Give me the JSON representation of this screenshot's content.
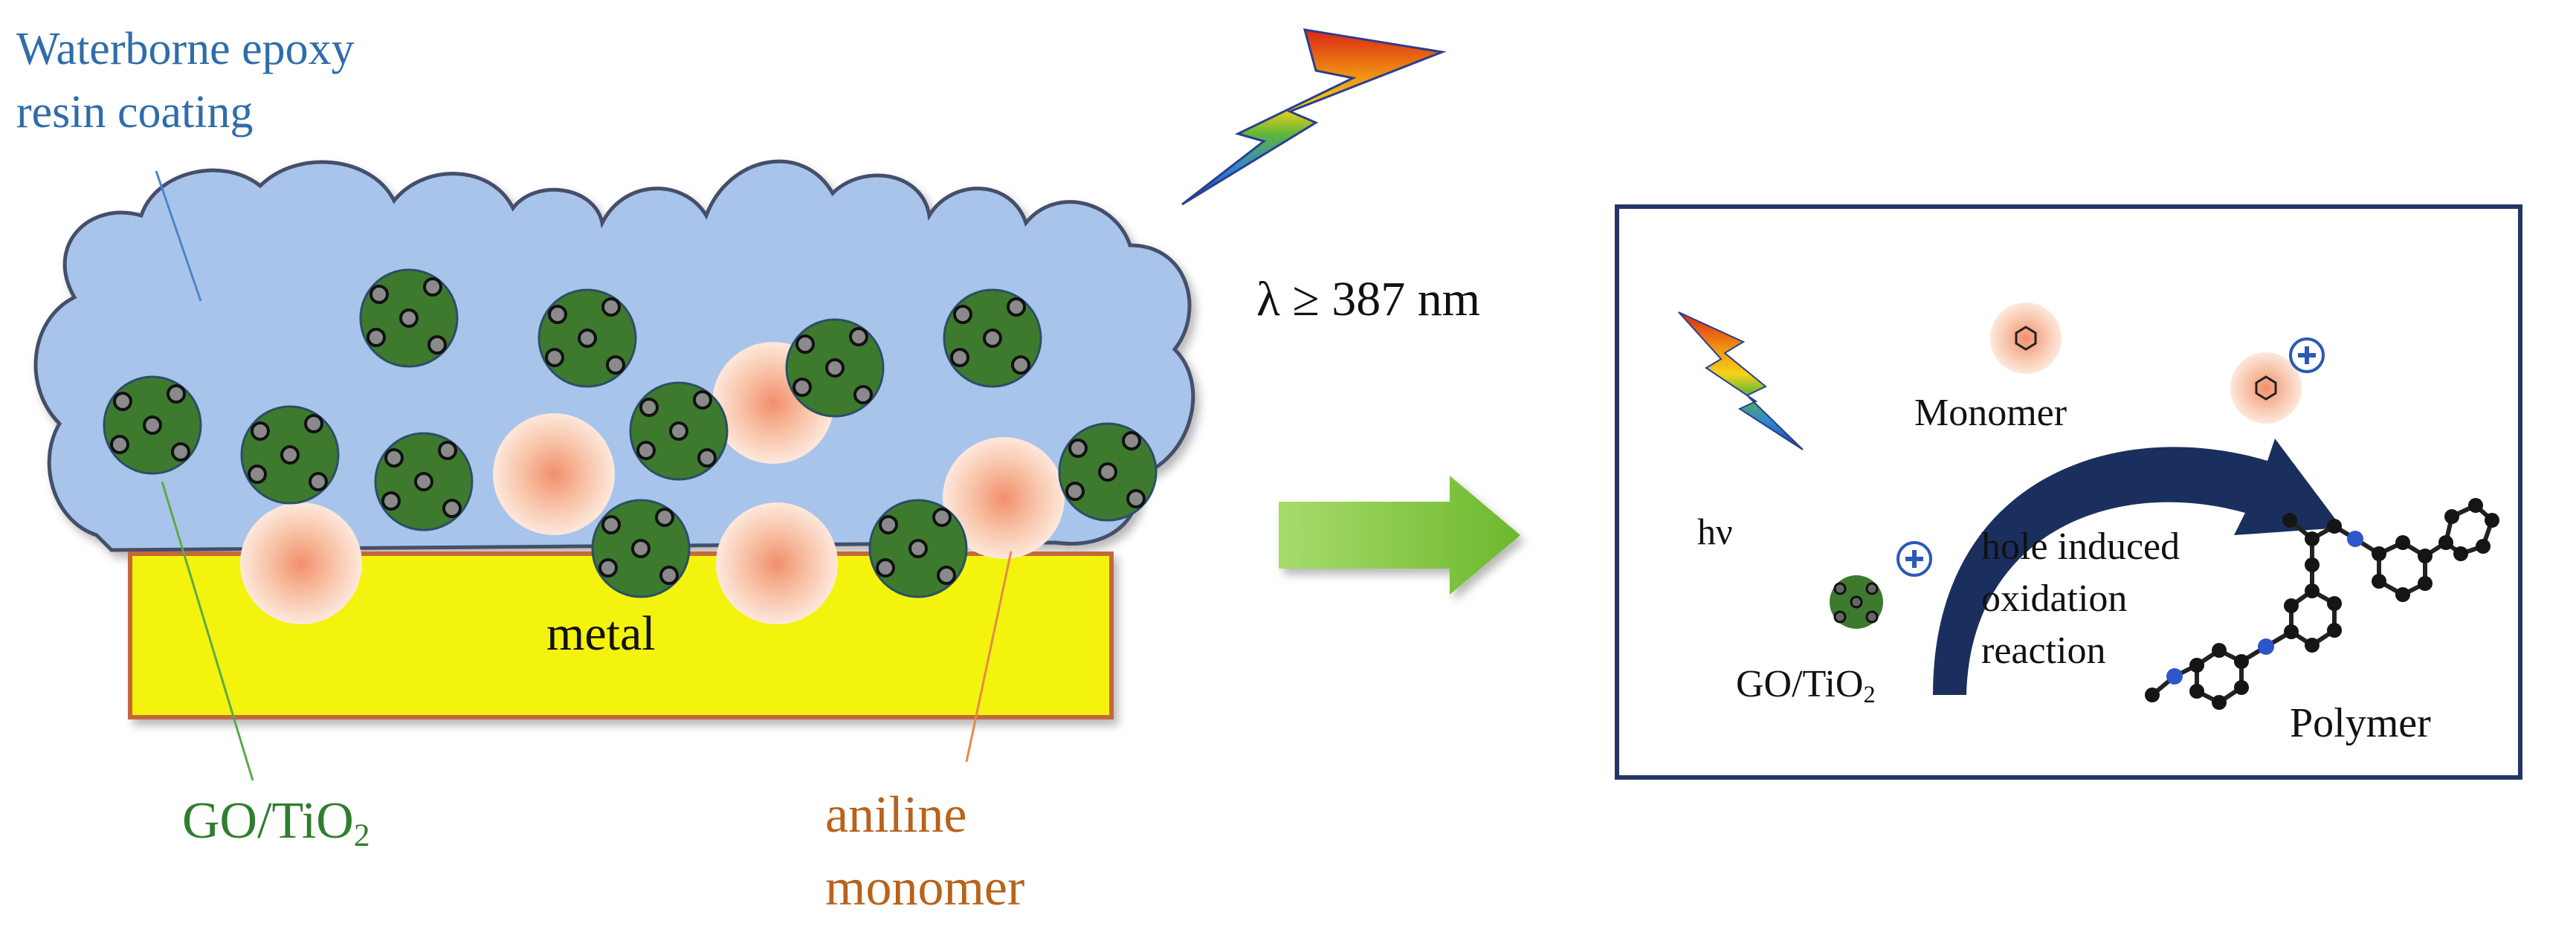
{
  "left_panel": {
    "coating_label_line1": "Waterborne epoxy",
    "coating_label_line2": "resin coating",
    "metal_label": "metal",
    "go_label_main": "GO/TiO",
    "go_label_sub": "2",
    "aniline_label_line1": "aniline",
    "aniline_label_line2": "monomer"
  },
  "middle": {
    "wavelength_label": "λ ≥ 387 nm"
  },
  "inset": {
    "hv_label": "hν",
    "monomer_label": "Monomer",
    "go_label_main": "GO/TiO",
    "go_label_sub": "2",
    "reaction_line1": "hole induced",
    "reaction_line2": "oxidation",
    "reaction_line3": "reaction",
    "polymer_label": "Polymer"
  },
  "colors": {
    "coating_fill": "#a9c4ea",
    "coating_stroke": "#44506b",
    "metal_fill": "#f3f30a",
    "metal_stroke": "#c4683a",
    "particle_fill": "#3d7a2e",
    "arrow_fill": "#7ec73a",
    "inset_border": "#233465"
  }
}
